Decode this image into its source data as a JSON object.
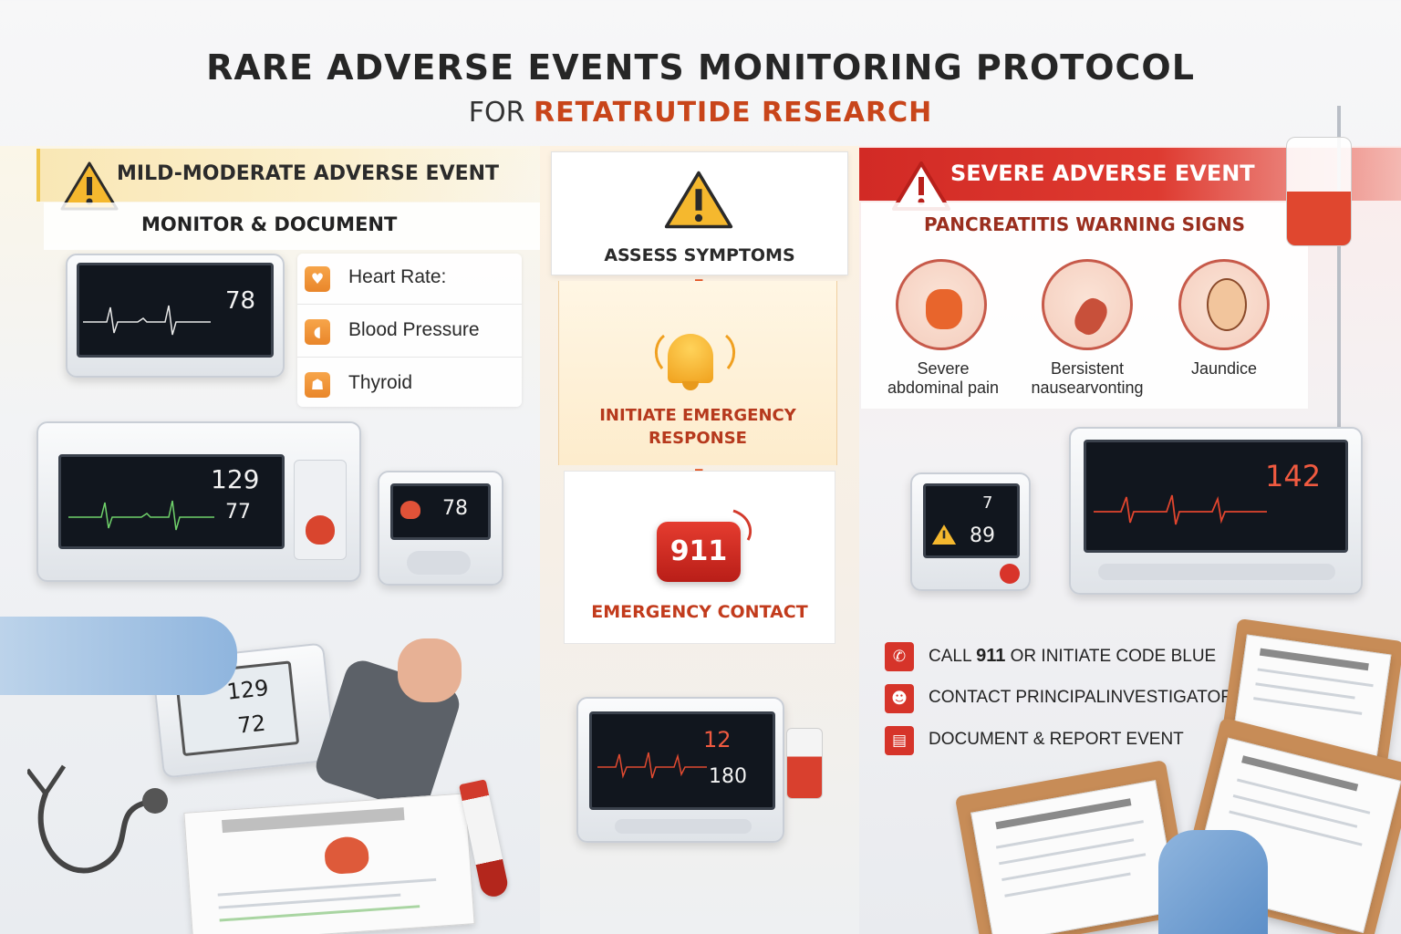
{
  "title": "RARE ADVERSE EVENTS MONITORING PROTOCOL",
  "subtitle": {
    "prefix": "FOR",
    "emphasis": "RETATRUTIDE RESEARCH"
  },
  "left": {
    "header": "MILD-MODERATE ADVERSE EVENT",
    "subheader": "MONITOR & DOCUMENT",
    "vitals": [
      {
        "label": "Heart Rate:",
        "icon": "heart-rate-icon"
      },
      {
        "label": "Blood Pressure",
        "icon": "blood-pressure-icon"
      },
      {
        "label": "Thyroid",
        "icon": "thyroid-icon"
      }
    ],
    "monitor_top": {
      "value": "78"
    },
    "monitor_main": {
      "systolic": "129",
      "diastolic": "77"
    },
    "monitor_small": {
      "value": "78"
    },
    "bp_device": {
      "systolic": "129",
      "diastolic": "72"
    }
  },
  "middle": {
    "steps": [
      {
        "label": "ASSESS SYMPTOMS",
        "icon": "warning-icon"
      },
      {
        "label_line1": "INITIATE EMERGENCY",
        "label_line2": "RESPONSE",
        "icon": "bell-icon"
      },
      {
        "label": "EMERGENCY CONTACT",
        "badge": "911",
        "icon": "phone-911-icon"
      }
    ],
    "monitor": {
      "value1": "12",
      "value2": "180"
    }
  },
  "right": {
    "header": "SEVERE ADVERSE EVENT",
    "subheader": "PANCREATITIS WARNING SIGNS",
    "symptoms": [
      {
        "line1": "Severe",
        "line2": "abdominal pain"
      },
      {
        "line1": "Bersistent",
        "line2": "nausearvonting"
      },
      {
        "line1": "Jaundice",
        "line2": ""
      }
    ],
    "monitor_main": {
      "value": "142"
    },
    "monitor_small": {
      "value1": "7",
      "value2": "89"
    },
    "actions": [
      {
        "pre": "CALL",
        "strong": "911",
        "post": "OR INITIATE CODE BLUE",
        "icon": "phone-icon"
      },
      {
        "pre": "CONTACT PRINCIPALINVESTIGATOR",
        "strong": "",
        "post": "",
        "icon": "person-icon"
      },
      {
        "pre": "DOCUMENT & REPORT EVENT",
        "strong": "",
        "post": "",
        "icon": "document-icon"
      }
    ]
  },
  "colors": {
    "accent_orange": "#c8451a",
    "severe_red": "#d22a25",
    "mild_yellow": "#f0c64c"
  }
}
